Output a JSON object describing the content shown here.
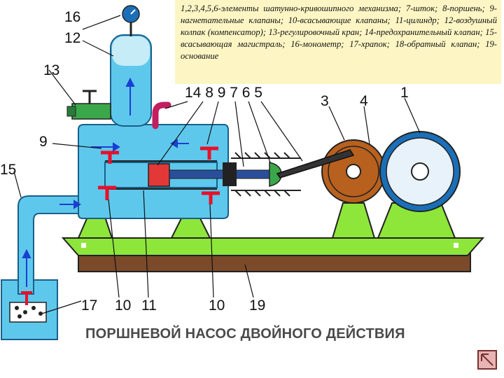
{
  "legend": {
    "text": "1,2,3,4,5,6-элементы шатунно-кривошипного механизма; 7-шток; 8-поршень; 9-нагнетательные клапаны; 10-всасывающие клапаны; 11-цилиндр; 12-воздушный колпак (компенсатор); 13-регулировочный кран; 14-предохранительный клапан; 15-всасывающая магистраль; 16-монометр; 17-храпок; 18-обратный клапан; 19-основание"
  },
  "labels": {
    "n16": "16",
    "n12": "12",
    "n13": "13",
    "n9": "9",
    "n15": "15",
    "top_row": "14 8 9 7 6 5",
    "n3": "3",
    "n4": "4",
    "n1": "1",
    "n17": "17",
    "n10a": "10",
    "n11": "11",
    "n10b": "10",
    "n19": "19"
  },
  "title": "ПОРШНЕВОЙ НАСОС ДВОЙНОГО ДЕЙСТВИЯ",
  "colors": {
    "water": "#5ec8ec",
    "water_dark": "#1a5f8a",
    "valve": "#e8102a",
    "base_green": "#8ee63a",
    "base_brown": "#7a4a2a",
    "wheel": "#b8601e",
    "flywheel": "#1a6fb8",
    "piston": "#e23838",
    "rod": "#2a4e9a",
    "flow_arrow": "#1a3fd0"
  },
  "nav": {
    "icon": "back-arrow-icon"
  }
}
